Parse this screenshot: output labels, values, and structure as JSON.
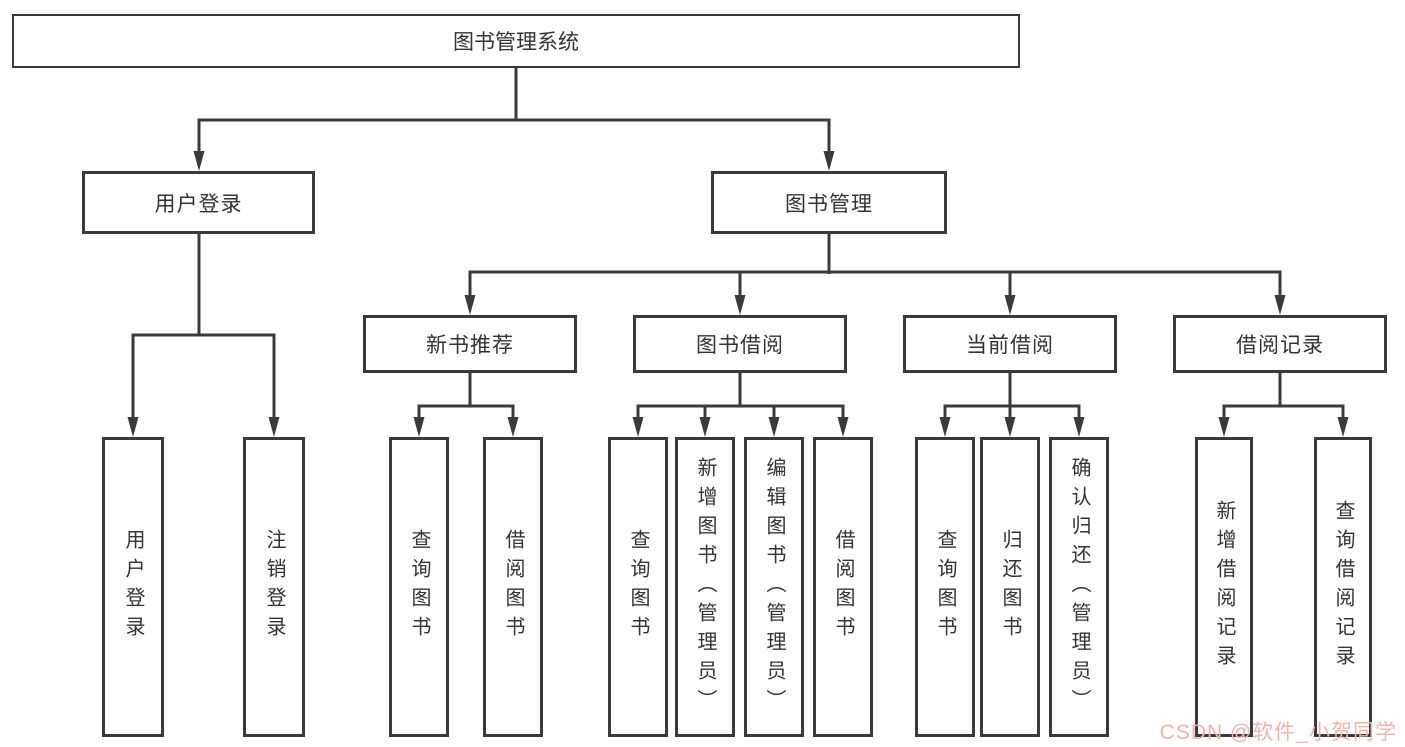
{
  "tree": {
    "root": {
      "label": "图书管理系统"
    },
    "level2": [
      {
        "label": "用户登录",
        "children": [
          {
            "label": "用户登录"
          },
          {
            "label": "注销登录"
          }
        ]
      },
      {
        "label": "图书管理",
        "children": [
          {
            "label": "新书推荐",
            "children": [
              {
                "label": "查询图书"
              },
              {
                "label": "借阅图书"
              }
            ]
          },
          {
            "label": "图书借阅",
            "children": [
              {
                "label": "查询图书"
              },
              {
                "label": "新增图书（管理员）"
              },
              {
                "label": "编辑图书（管理员）"
              },
              {
                "label": "借阅图书"
              }
            ]
          },
          {
            "label": "当前借阅",
            "children": [
              {
                "label": "查询图书"
              },
              {
                "label": "归还图书"
              },
              {
                "label": "确认归还（管理员）"
              }
            ]
          },
          {
            "label": "借阅记录",
            "children": [
              {
                "label": "新增借阅记录"
              },
              {
                "label": "查询借阅记录"
              }
            ]
          }
        ]
      }
    ]
  },
  "watermark": {
    "text": "CSDN @软件_小贺同学"
  },
  "colors": {
    "line": "#3a3a3a",
    "text": "#333333",
    "box_background": "#ffffff",
    "watermark": "#eeb5ad"
  }
}
